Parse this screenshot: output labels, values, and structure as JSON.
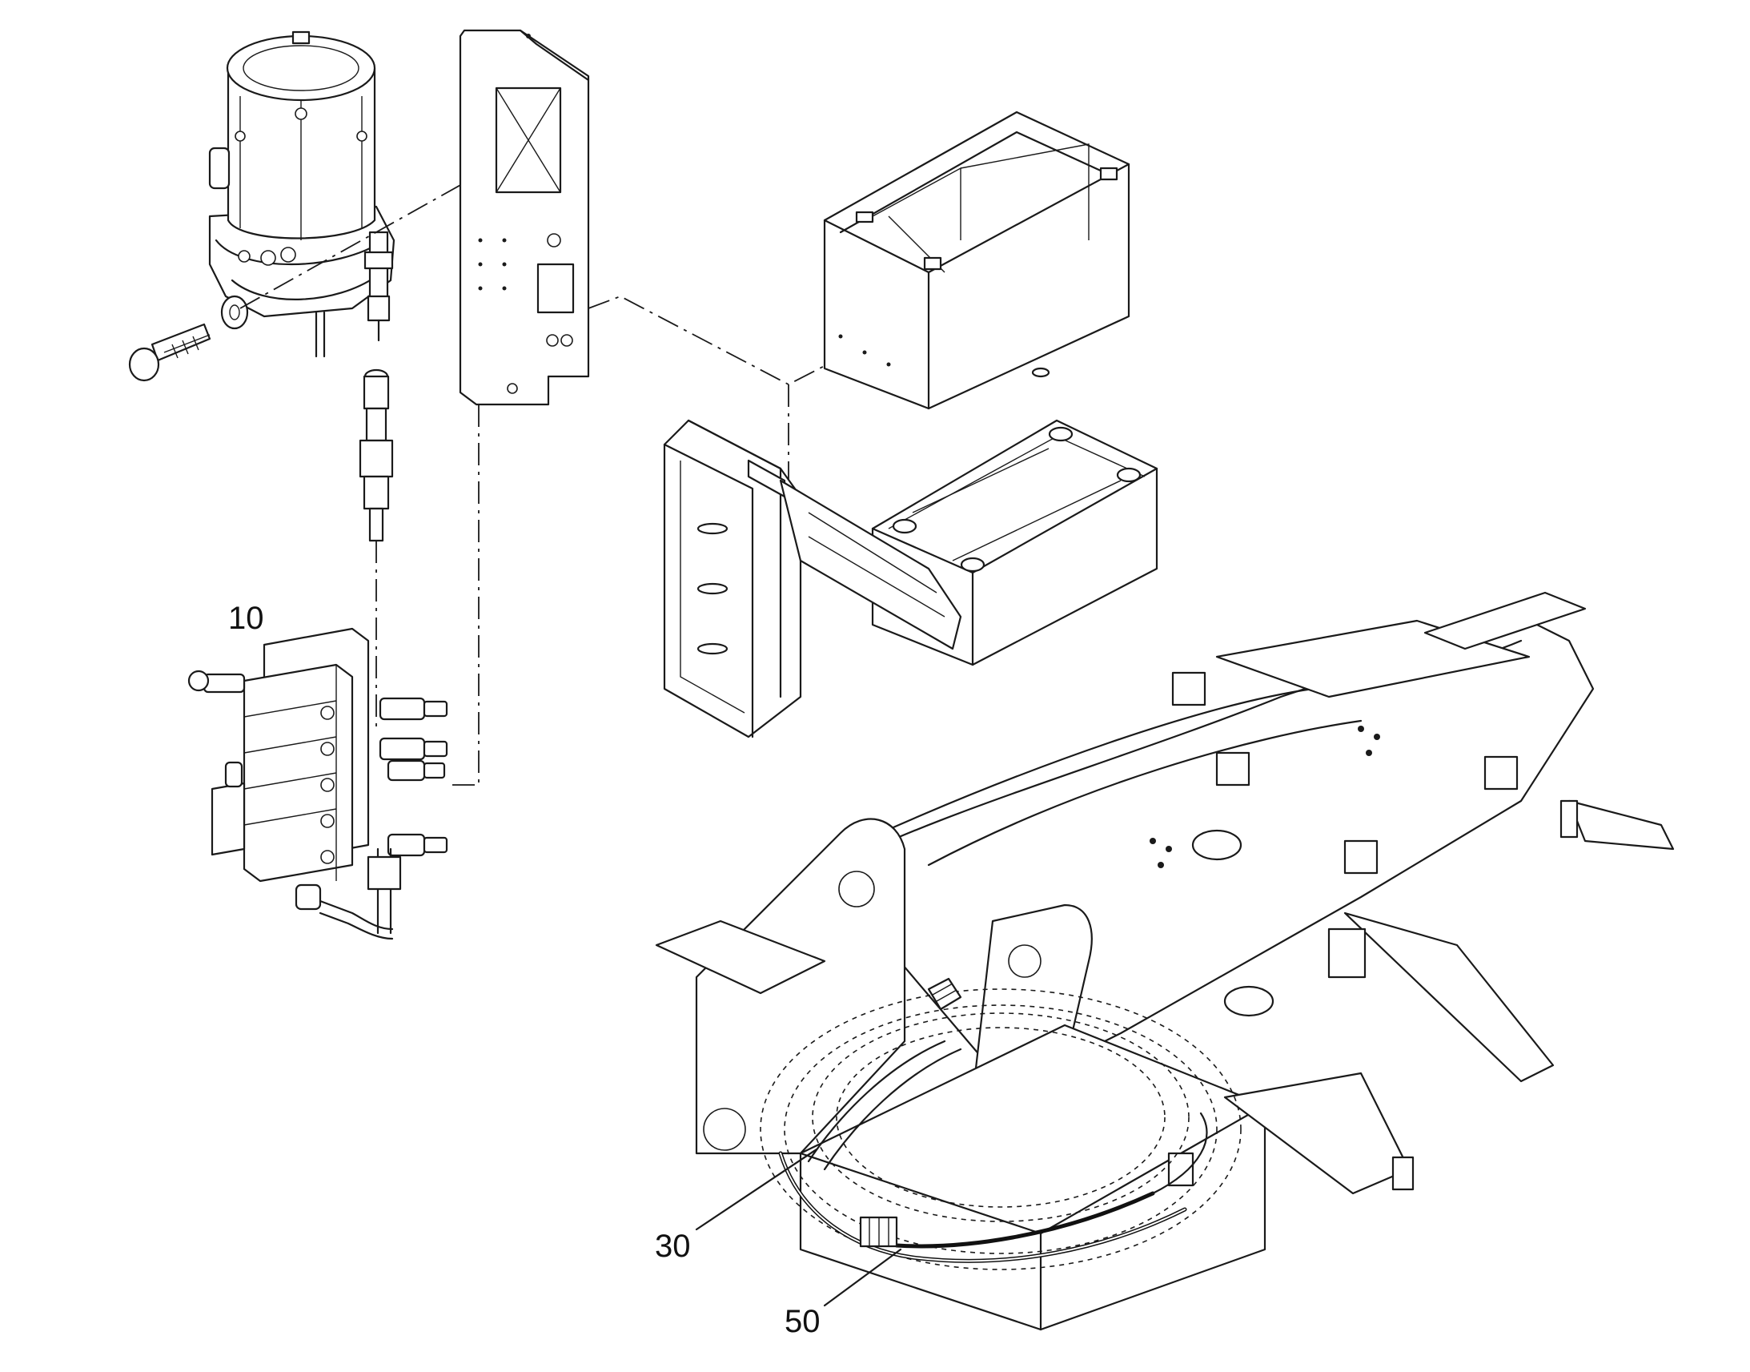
{
  "callouts": [
    {
      "id": "10",
      "text": "10"
    },
    {
      "id": "30",
      "text": "30"
    },
    {
      "id": "50",
      "text": "50"
    }
  ],
  "colors": {
    "line": "#1a1a1a",
    "background": "#ffffff"
  }
}
